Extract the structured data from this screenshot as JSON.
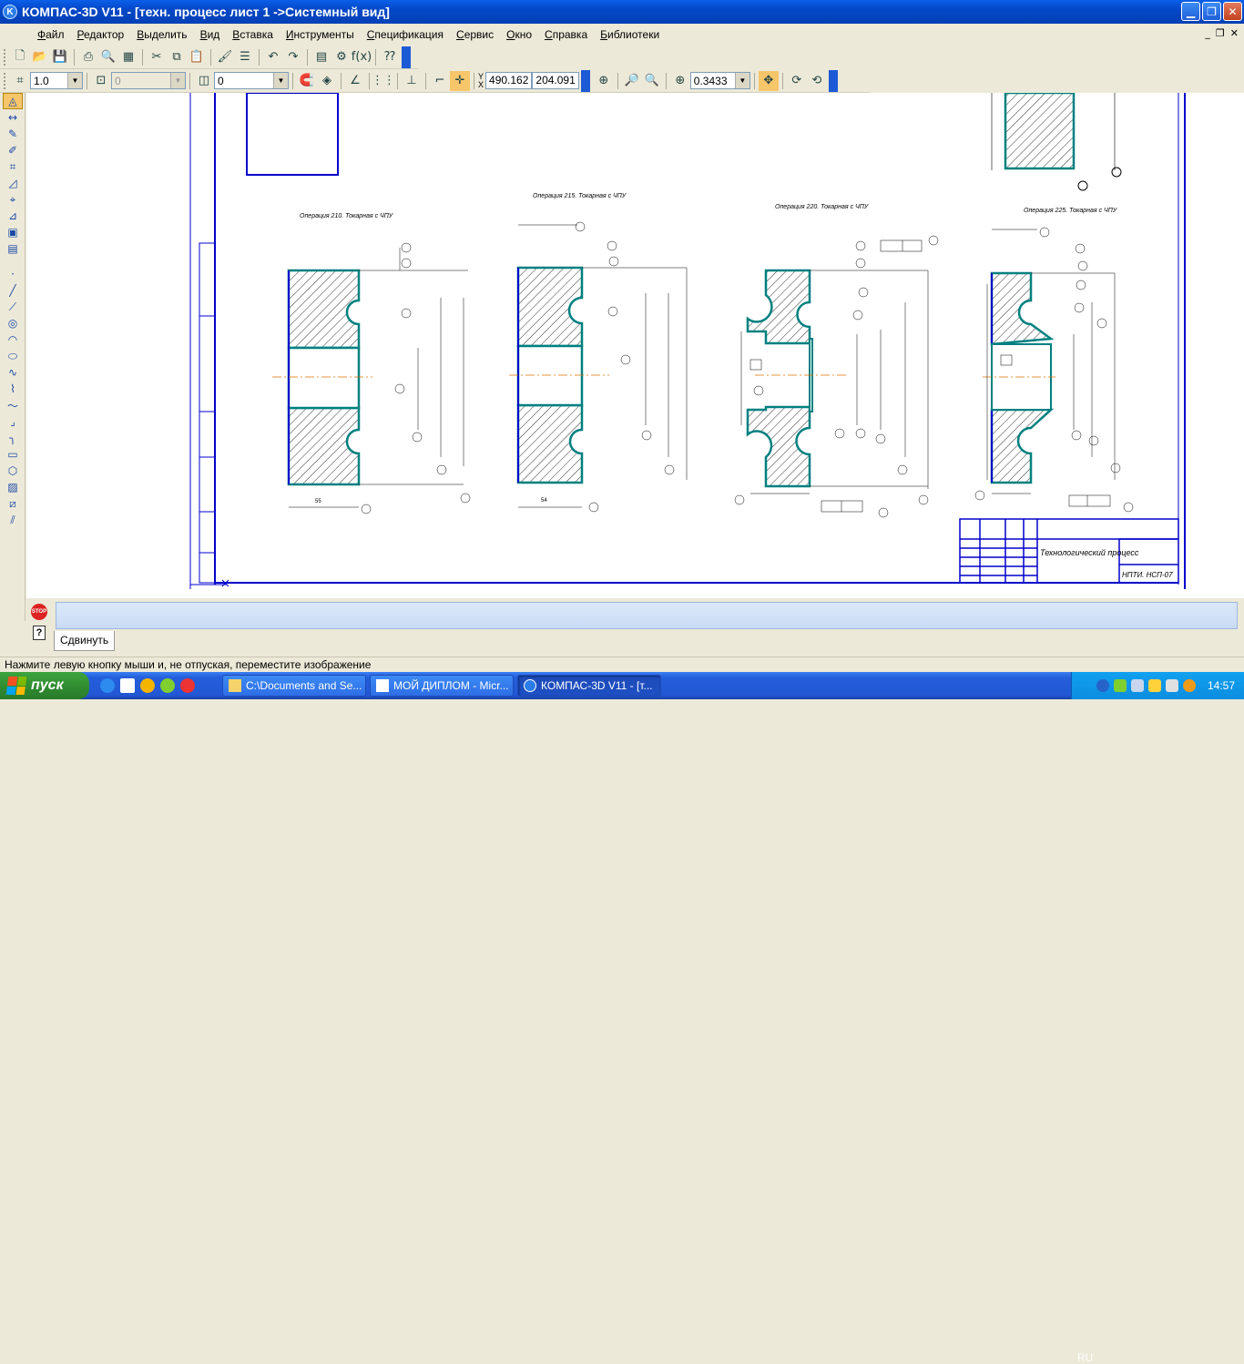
{
  "window": {
    "title": "КОМПАС-3D V11 - [техн. процесс лист 1 ->Системный вид]",
    "logo_text": "K"
  },
  "menu": [
    "Файл",
    "Редактор",
    "Выделить",
    "Вид",
    "Вставка",
    "Инструменты",
    "Спецификация",
    "Сервис",
    "Окно",
    "Справка",
    "Библиотеки"
  ],
  "toolbar2": {
    "line_scale": "1.0",
    "layer_disabled": "0",
    "layer": "0",
    "coord_x_label": "X",
    "coord_y_label": "Y",
    "coord_x": "490.162",
    "coord_y": "204.091",
    "zoom": "0.3433",
    "fx_label": "f(x)"
  },
  "drawing": {
    "operations": [
      "Операция 210. Токарная с ЧПУ",
      "Операция 215. Токарная с ЧПУ",
      "Операция 220. Токарная с ЧПУ",
      "Операция 225. Токарная с ЧПУ"
    ],
    "title_block_name": "Технологический процесс",
    "title_block_code": "НПТИ. НСП-07"
  },
  "command_panel": {
    "tab": "Сдвинуть",
    "stop_label": "STOP",
    "help_label": "?"
  },
  "status": "Нажмите левую кнопку мыши и, не отпуская, переместите изображение",
  "taskbar": {
    "start": "пуск",
    "tasks": [
      "C:\\Documents and Se...",
      "МОЙ ДИПЛОМ - Micr...",
      "КОМПАС-3D V11 - [т..."
    ],
    "lang": "RU",
    "clock": "14:57"
  },
  "colors": {
    "titlebar": "#0447c7",
    "drawing_frame": "#0000cc",
    "part_outline": "#008080",
    "start_green": "#2f8a2f"
  }
}
